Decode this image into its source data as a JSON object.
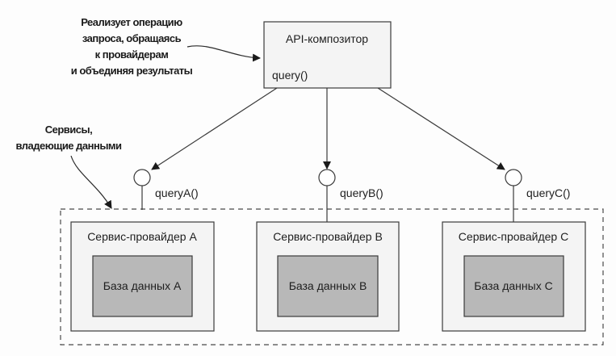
{
  "annotations": {
    "composer_note": [
      "Реализует операцию",
      "запроса, обращаясь",
      "к провайдерам",
      "и объединяя результаты"
    ],
    "services_note": [
      "Сервисы,",
      "владеющие данными"
    ]
  },
  "composer": {
    "title": "API-композитор",
    "method": "query()"
  },
  "providers": [
    {
      "name": "Сервис-провайдер A",
      "database": "База данных A",
      "interface": "queryA()"
    },
    {
      "name": "Сервис-провайдер B",
      "database": "База данных B",
      "interface": "queryB()"
    },
    {
      "name": "Сервис-провайдер C",
      "database": "База данных C",
      "interface": "queryC()"
    }
  ],
  "colors": {
    "line": "#3a3a3a",
    "box_fill": "#f4f4f4",
    "db_fill": "#b8b8b8",
    "dashed": "#4a4a4a"
  }
}
